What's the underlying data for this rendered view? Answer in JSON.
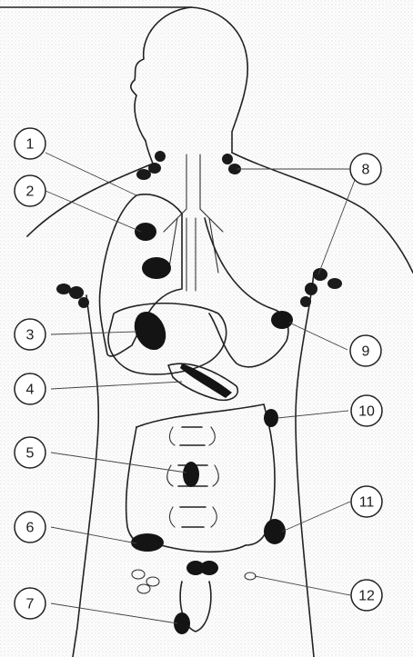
{
  "callouts": [
    {
      "id": "1",
      "label": "1"
    },
    {
      "id": "2",
      "label": "2"
    },
    {
      "id": "3",
      "label": "3"
    },
    {
      "id": "4",
      "label": "4"
    },
    {
      "id": "5",
      "label": "5"
    },
    {
      "id": "6",
      "label": "6"
    },
    {
      "id": "7",
      "label": "7"
    },
    {
      "id": "8",
      "label": "8"
    },
    {
      "id": "9",
      "label": "9"
    },
    {
      "id": "10",
      "label": "10"
    },
    {
      "id": "11",
      "label": "11"
    },
    {
      "id": "12",
      "label": "12"
    }
  ],
  "colors": {
    "ink": "#1a1a1a",
    "paper": "#ffffff",
    "stipple": "#b9b9b9"
  }
}
